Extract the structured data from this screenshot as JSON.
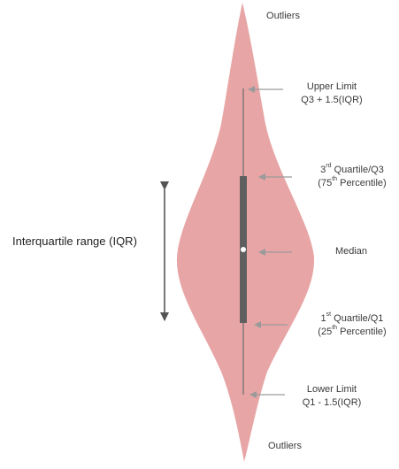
{
  "colors": {
    "violin_fill": "#e8a5a5",
    "box": "#5f5f5f",
    "whisker": "#6b6b6b",
    "median_dot": "#ffffff",
    "arrow": "#9a9a9a",
    "iqr_arrow": "#555555",
    "text": "#3a3a3a"
  },
  "labels": {
    "outliers_top": "Outliers",
    "upper_limit": {
      "line1": "Upper Limit",
      "line2": "Q3 + 1.5(IQR)"
    },
    "q3": {
      "line1_pre": "3",
      "line1_sup": "rd",
      "line1_post": " Quartile/Q3",
      "line2_pre": "(75",
      "line2_sup": "th",
      "line2_post": " Percentile)"
    },
    "median": "Median",
    "q1": {
      "line1_pre": "1",
      "line1_sup": "st",
      "line1_post": " Quartile/Q1",
      "line2_pre": "(25",
      "line2_sup": "th",
      "line2_post": " Percentile)"
    },
    "lower_limit": {
      "line1": "Lower Limit",
      "line2": "Q1 - 1.5(IQR)"
    },
    "outliers_bottom": "Outliers",
    "iqr": "Interquartile range (IQR)"
  }
}
